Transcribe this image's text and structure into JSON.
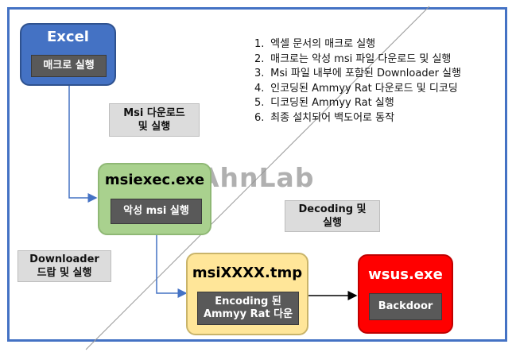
{
  "nodes": {
    "excel": {
      "title": "Excel",
      "inner": "매크로 실행"
    },
    "msiexec": {
      "title": "msiexec.exe",
      "inner": "악성 msi 실행"
    },
    "msixxxx": {
      "title": "msiXXXX.tmp",
      "inner_line1": "Encoding 된",
      "inner_line2": "Ammyy Rat 다운"
    },
    "wsus": {
      "title": "wsus.exe",
      "inner": "Backdoor"
    }
  },
  "labels": {
    "msi_download": {
      "line1": "Msi 다운로드",
      "line2": "및 실행"
    },
    "decoding": {
      "line1": "Decoding 및",
      "line2": "실행"
    },
    "downloader": {
      "line1": "Downloader",
      "line2": "드랍 및 실행"
    }
  },
  "steps": [
    {
      "num": "1.",
      "text": "엑셀 문서의 매크로 실행"
    },
    {
      "num": "2.",
      "text": "매크로는 악성 msi 파일 다운로드 및 실행"
    },
    {
      "num": "3.",
      "text": "Msi 파일 내부에 포함된 Downloader 실행"
    },
    {
      "num": "4.",
      "text": "인코딩된 Ammyy Rat 다운로드 및 디코딩"
    },
    {
      "num": "5.",
      "text": "디코딩된 Ammyy Rat 실행"
    },
    {
      "num": "6.",
      "text": "최종 설치되어 백도어로 동작"
    }
  ],
  "watermark": "AhnLab",
  "colors": {
    "excel_fill": "#4472c4",
    "msiexec_fill": "#a9d18e",
    "msixxxx_fill": "#ffe699",
    "wsus_fill": "#ff0000",
    "arrow": "#4472c4",
    "frame": "#4472c4"
  }
}
